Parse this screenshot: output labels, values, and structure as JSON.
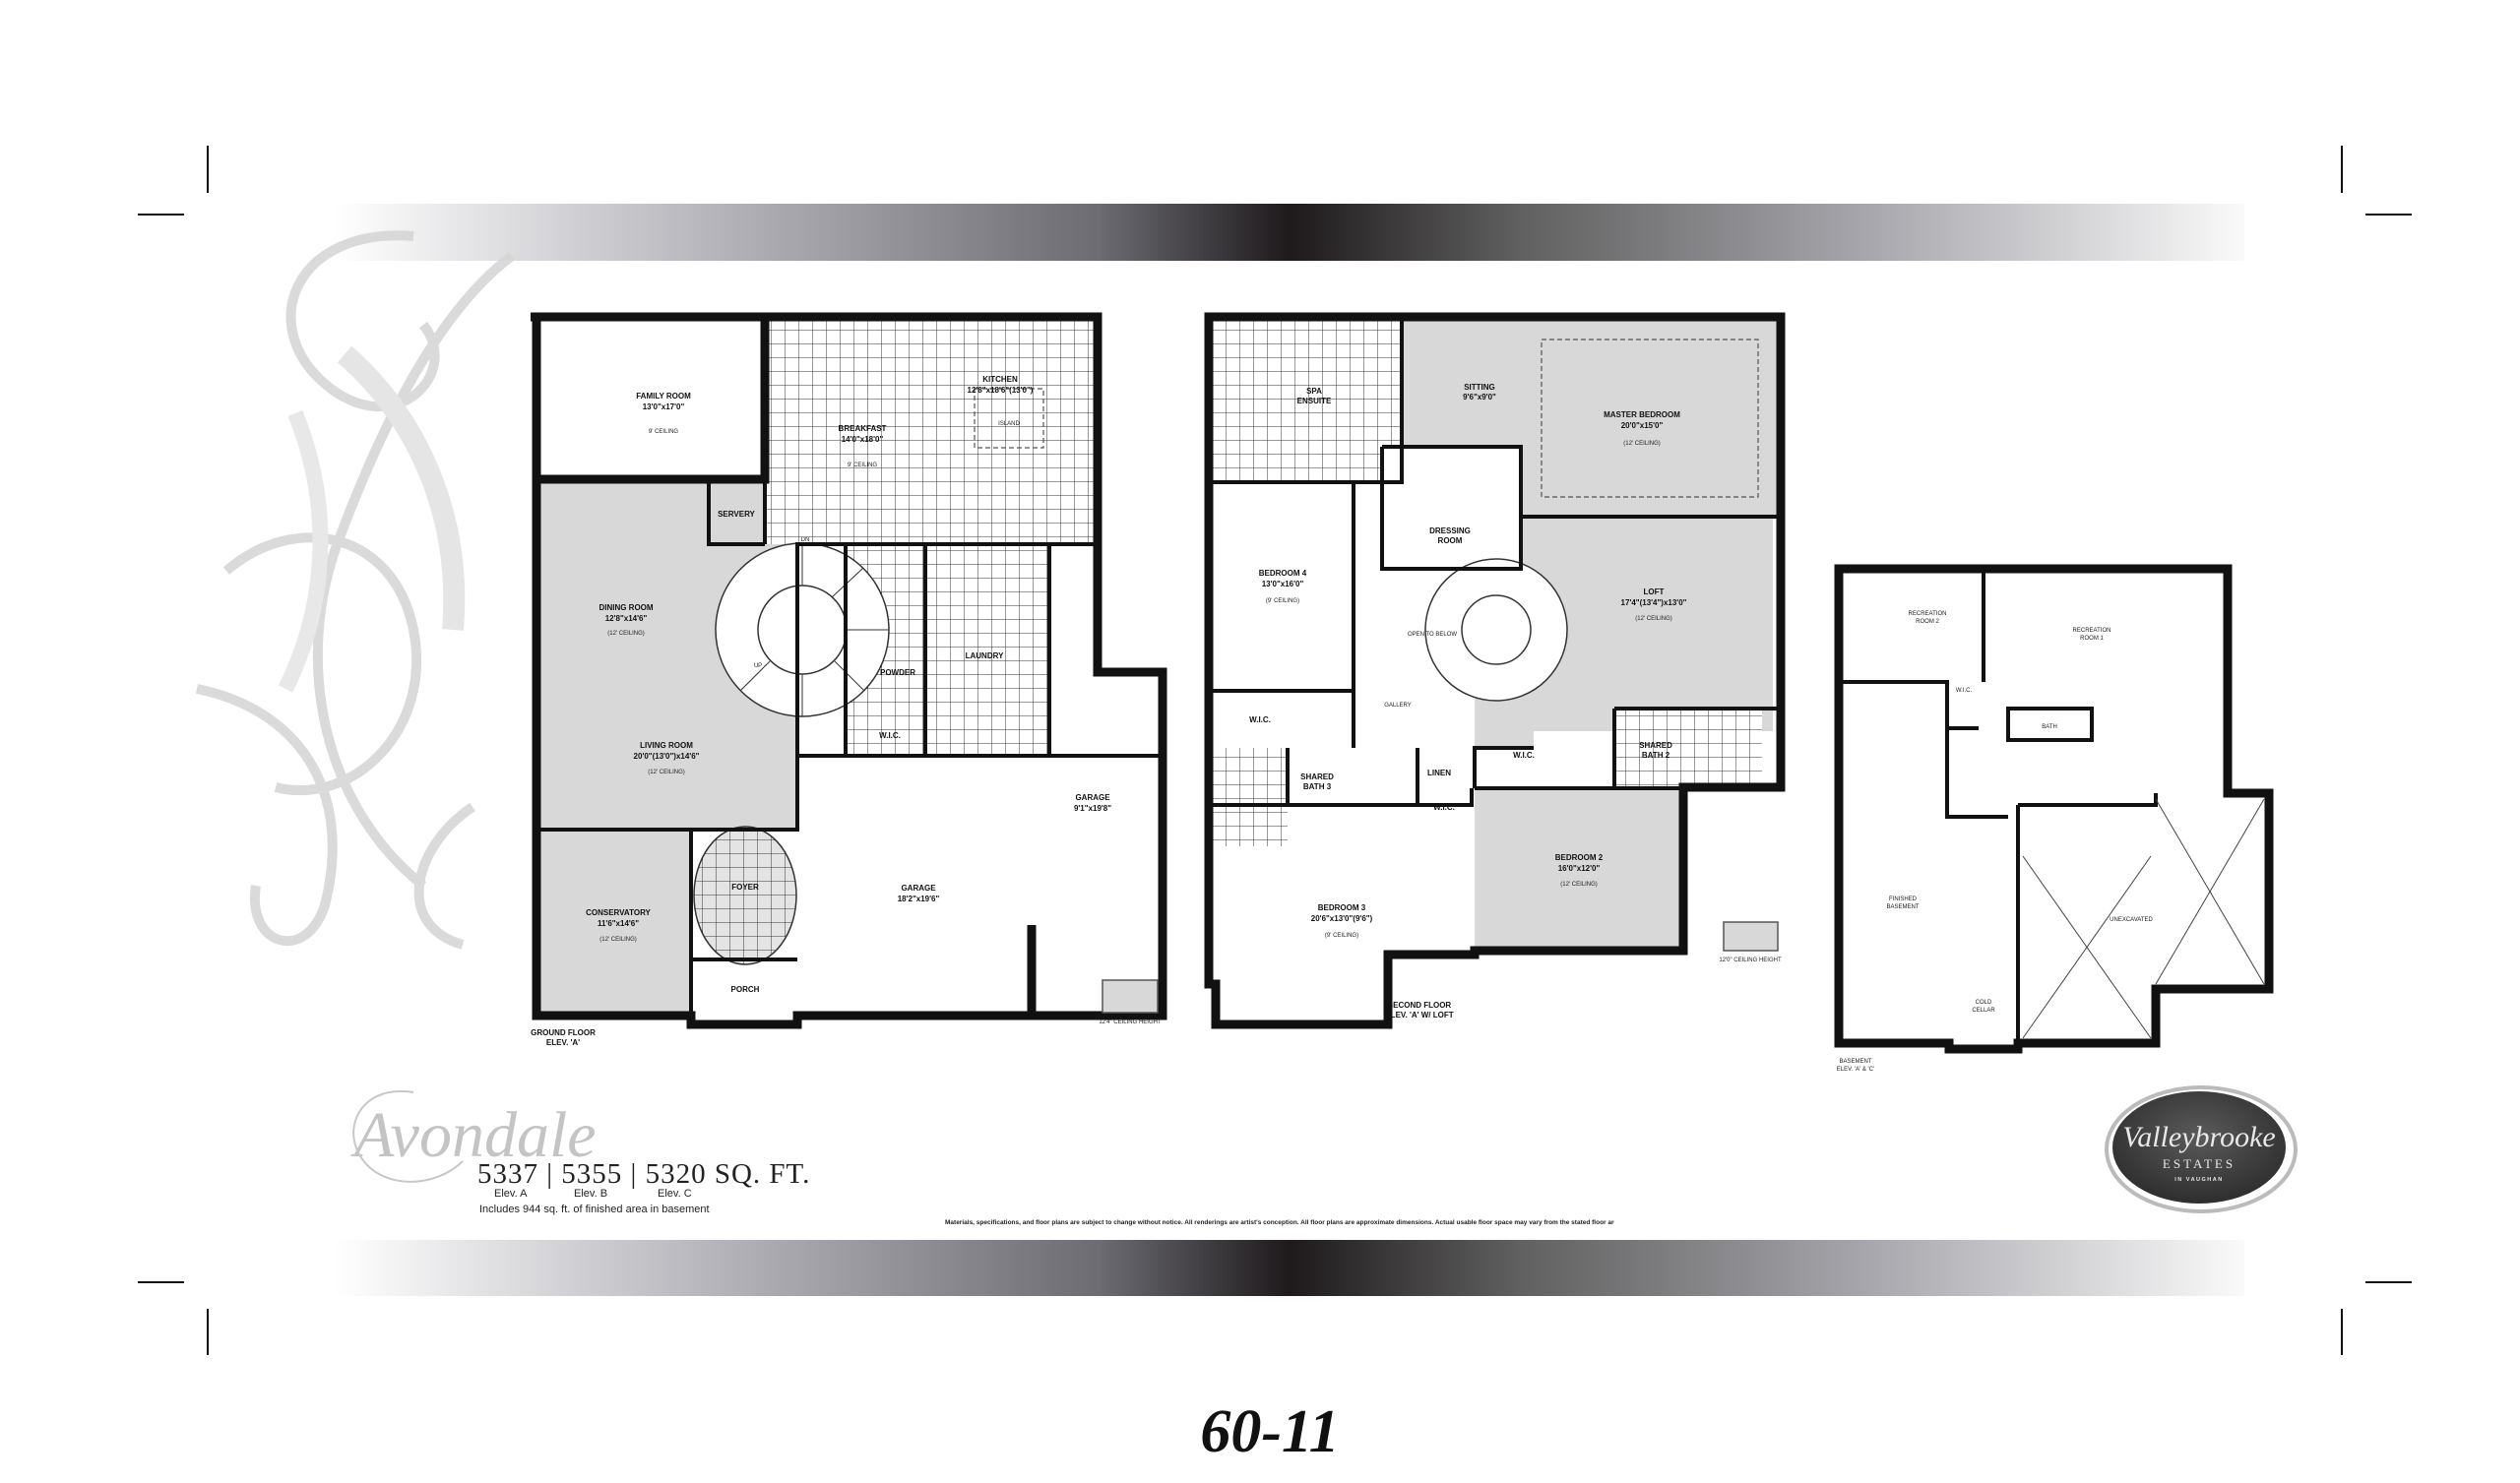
{
  "model": {
    "name": "Avondale",
    "sqft_line": "5337 | 5355 | 5320 SQ. FT.",
    "elevations": [
      "Elev. A",
      "Elev. B",
      "Elev. C"
    ],
    "basement_note": "Includes 944 sq. ft. of finished area in basement"
  },
  "disclaimer": "Materials, specifications, and floor plans are subject to change without notice. All renderings are artist's conception. All floor plans are approximate dimensions. Actual usable floor space may vary from the stated floor area. E.&O.E.",
  "page_number": "60-11",
  "logo": {
    "name": "Valleybrooke",
    "line2": "ESTATES",
    "line3": "IN VAUGHAN"
  },
  "ground_floor": {
    "title": "GROUND FLOOR",
    "subtitle": "ELEV. 'A'",
    "ceiling_legend": "12'4\" CEILING HEIGHT",
    "rooms": {
      "family": {
        "name": "FAMILY ROOM",
        "size": "13'0\"x17'0\"",
        "ceiling": "9' CEILING"
      },
      "breakfast": {
        "name": "BREAKFAST",
        "size": "14'0\"x18'0\"",
        "ceiling": "9' CEILING"
      },
      "kitchen": {
        "name": "KITCHEN",
        "size": "12'8\"x18'6\"(13'0\")"
      },
      "island": {
        "name": "ISLAND"
      },
      "servery": {
        "name": "SERVERY"
      },
      "dining": {
        "name": "DINING ROOM",
        "size": "12'8\"x14'6\"",
        "ceiling": "(12' CEILING)"
      },
      "living": {
        "name": "LIVING ROOM",
        "size": "20'0\"(13'0\")x14'6\"",
        "ceiling": "(12' CEILING)"
      },
      "conservatory": {
        "name": "CONSERVATORY",
        "size": "11'6\"x14'6\"",
        "ceiling": "(12' CEILING)"
      },
      "foyer": {
        "name": "FOYER"
      },
      "porch": {
        "name": "PORCH"
      },
      "powder": {
        "name": "POWDER"
      },
      "laundry": {
        "name": "LAUNDRY"
      },
      "wic": {
        "name": "W.I.C."
      },
      "garage_main": {
        "name": "GARAGE",
        "size": "18'2\"x19'6\""
      },
      "garage_side": {
        "name": "GARAGE",
        "size": "9'1\"x19'8\""
      },
      "up": "UP",
      "dn": "DN"
    }
  },
  "second_floor": {
    "title": "SECOND FLOOR",
    "subtitle": "ELEV. 'A' W/ LOFT",
    "ceiling_legend": "12'0\" CEILING HEIGHT",
    "rooms": {
      "spa": {
        "name": "SPA",
        "name2": "ENSUITE"
      },
      "sitting": {
        "name": "SITTING",
        "size": "9'6\"x9'0\""
      },
      "master": {
        "name": "MASTER BEDROOM",
        "size": "20'0\"x15'0\"",
        "ceiling": "(12' CEILING)"
      },
      "dressing": {
        "name": "DRESSING",
        "name2": "ROOM"
      },
      "bed4": {
        "name": "BEDROOM 4",
        "size": "13'0\"x16'0\"",
        "ceiling": "(9' CEILING)"
      },
      "loft": {
        "name": "LOFT",
        "size": "17'4\"(13'4\")x13'0\"",
        "ceiling": "(12' CEILING)"
      },
      "bed3": {
        "name": "BEDROOM 3",
        "size": "20'6\"x13'0\"(9'6\")",
        "ceiling": "(9' CEILING)"
      },
      "bed2": {
        "name": "BEDROOM 2",
        "size": "16'0\"x12'0\"",
        "ceiling": "(12' CEILING)"
      },
      "bath3": {
        "name": "SHARED",
        "name2": "BATH 3"
      },
      "bath2": {
        "name": "SHARED",
        "name2": "BATH 2"
      },
      "wic": "W.I.C.",
      "linen": "LINEN",
      "gallery": "GALLERY",
      "open": "OPEN TO BELOW"
    }
  },
  "basement": {
    "title": "BASEMENT",
    "subtitle": "ELEV. 'A' & 'C'",
    "rooms": {
      "rec2": {
        "name": "RECREATION",
        "name2": "ROOM 2"
      },
      "rec1": {
        "name": "RECREATION",
        "name2": "ROOM 1"
      },
      "finished": {
        "name": "FINISHED",
        "name2": "BASEMENT"
      },
      "unexcavated": {
        "name": "UNEXCAVATED"
      },
      "cold": {
        "name": "COLD",
        "name2": "CELLAR"
      },
      "wic": "W.I.C.",
      "bath": "BATH"
    }
  }
}
